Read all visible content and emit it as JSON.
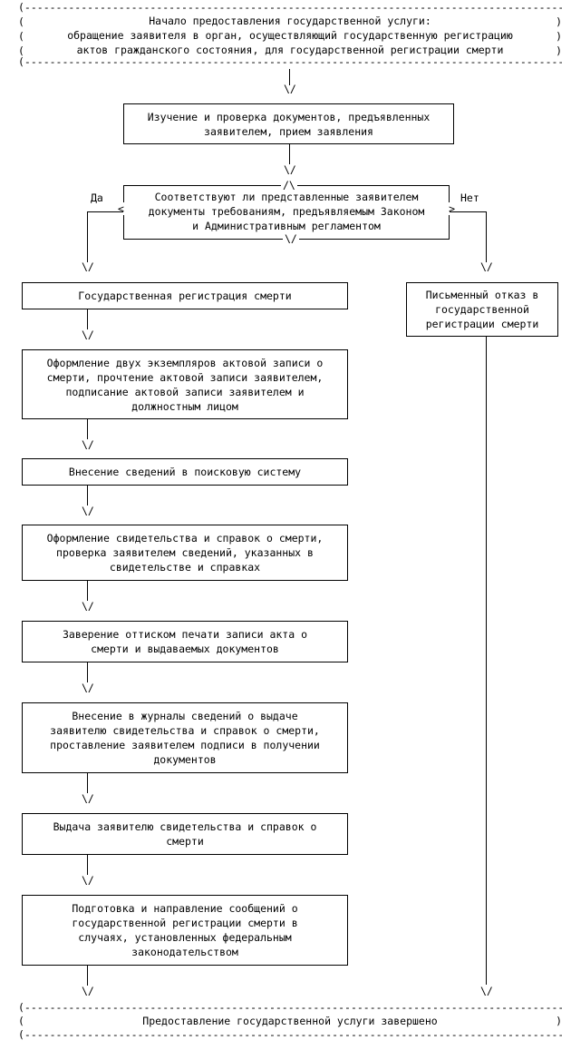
{
  "start": {
    "lines": [
      "Начало предоставления государственной услуги:",
      "обращение заявителя в орган, осуществляющий государственную регистрацию",
      "актов гражданского состояния, для государственной регистрации смерти"
    ]
  },
  "steps": {
    "check": [
      "Изучение и проверка документов, предъявленных",
      "заявителем, прием заявления"
    ],
    "decision": [
      "Соответствуют ли представленные заявителем",
      "документы требованиям, предъявляемым Законом",
      "и Административным регламентом"
    ],
    "registration": [
      "Государственная регистрация смерти"
    ],
    "refusal": [
      "Письменный отказ в",
      "государственной",
      "регистрации смерти"
    ],
    "record": [
      "Оформление двух экземпляров актовой записи о",
      "смерти, прочтение актовой записи заявителем,",
      "подписание актовой записи заявителем и",
      "должностным лицом"
    ],
    "search": [
      "Внесение сведений в поисковую систему"
    ],
    "certificate": [
      "Оформление свидетельства и справок о смерти,",
      "проверка заявителем сведений, указанных в",
      "свидетельстве и справках"
    ],
    "seal": [
      "Заверение оттиском печати записи акта о",
      "смерти и выдаваемых документов"
    ],
    "journal": [
      "Внесение в журналы сведений о выдаче",
      "заявителю свидетельства и справок о смерти,",
      "проставление заявителем подписи в получении",
      "документов"
    ],
    "issue": [
      "Выдача заявителю свидетельства и справок о",
      "смерти"
    ],
    "notify": [
      "Подготовка и направление сообщений о",
      "государственной регистрации смерти в",
      "случаях, установленных федеральным",
      "законодательством"
    ]
  },
  "branches": {
    "yes": "Да",
    "no": "Нет"
  },
  "end": {
    "text": "Предоставление государственной услуги завершено"
  }
}
